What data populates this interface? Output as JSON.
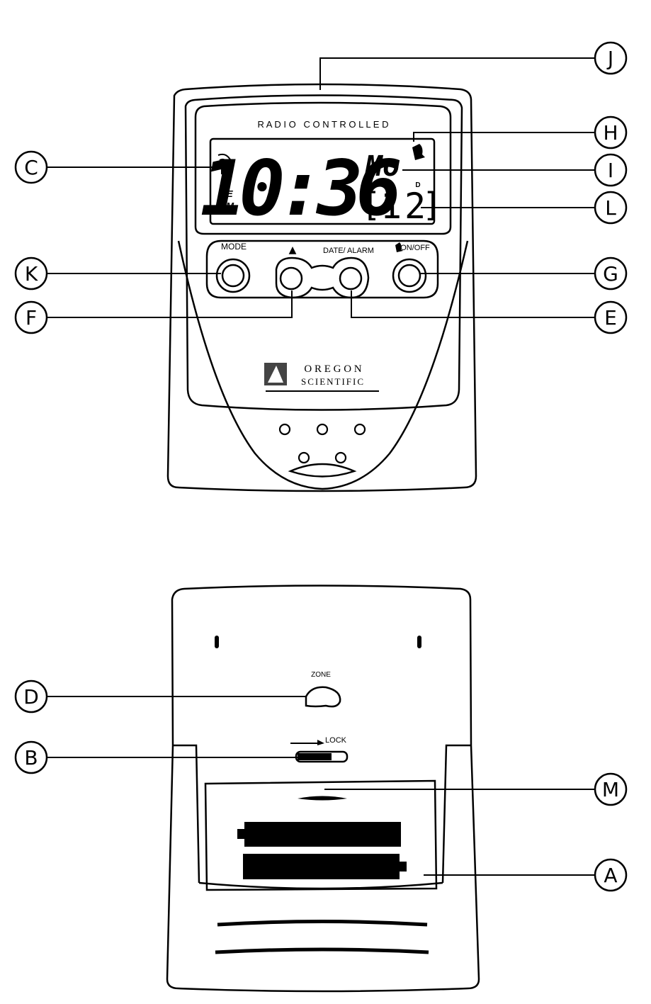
{
  "front": {
    "display": {
      "header": "R A D I O   C O N T R O L L E D",
      "time": "10:36",
      "weekday": "Mo",
      "month": "1",
      "day": "2",
      "month_marker": "M",
      "day_marker": "D",
      "zone_letter": "E",
      "ampm": "AM"
    },
    "buttons": {
      "mode": "MODE",
      "up": "▲",
      "date_alarm": "DATE/ ALARM",
      "alarm_onoff": "ON/OFF"
    },
    "brand": {
      "line1": "O R E G O N",
      "line2": "SCIENTIFIC"
    }
  },
  "back": {
    "zone_label": "ZONE",
    "lock_label": "LOCK"
  },
  "callouts": {
    "J": "J",
    "H": "H",
    "C": "C",
    "I": "I",
    "L": "L",
    "K": "K",
    "G": "G",
    "F": "F",
    "E": "E",
    "D": "D",
    "B": "B",
    "M": "M",
    "A": "A"
  },
  "colors": {
    "ink": "#000000",
    "paper": "#ffffff"
  }
}
